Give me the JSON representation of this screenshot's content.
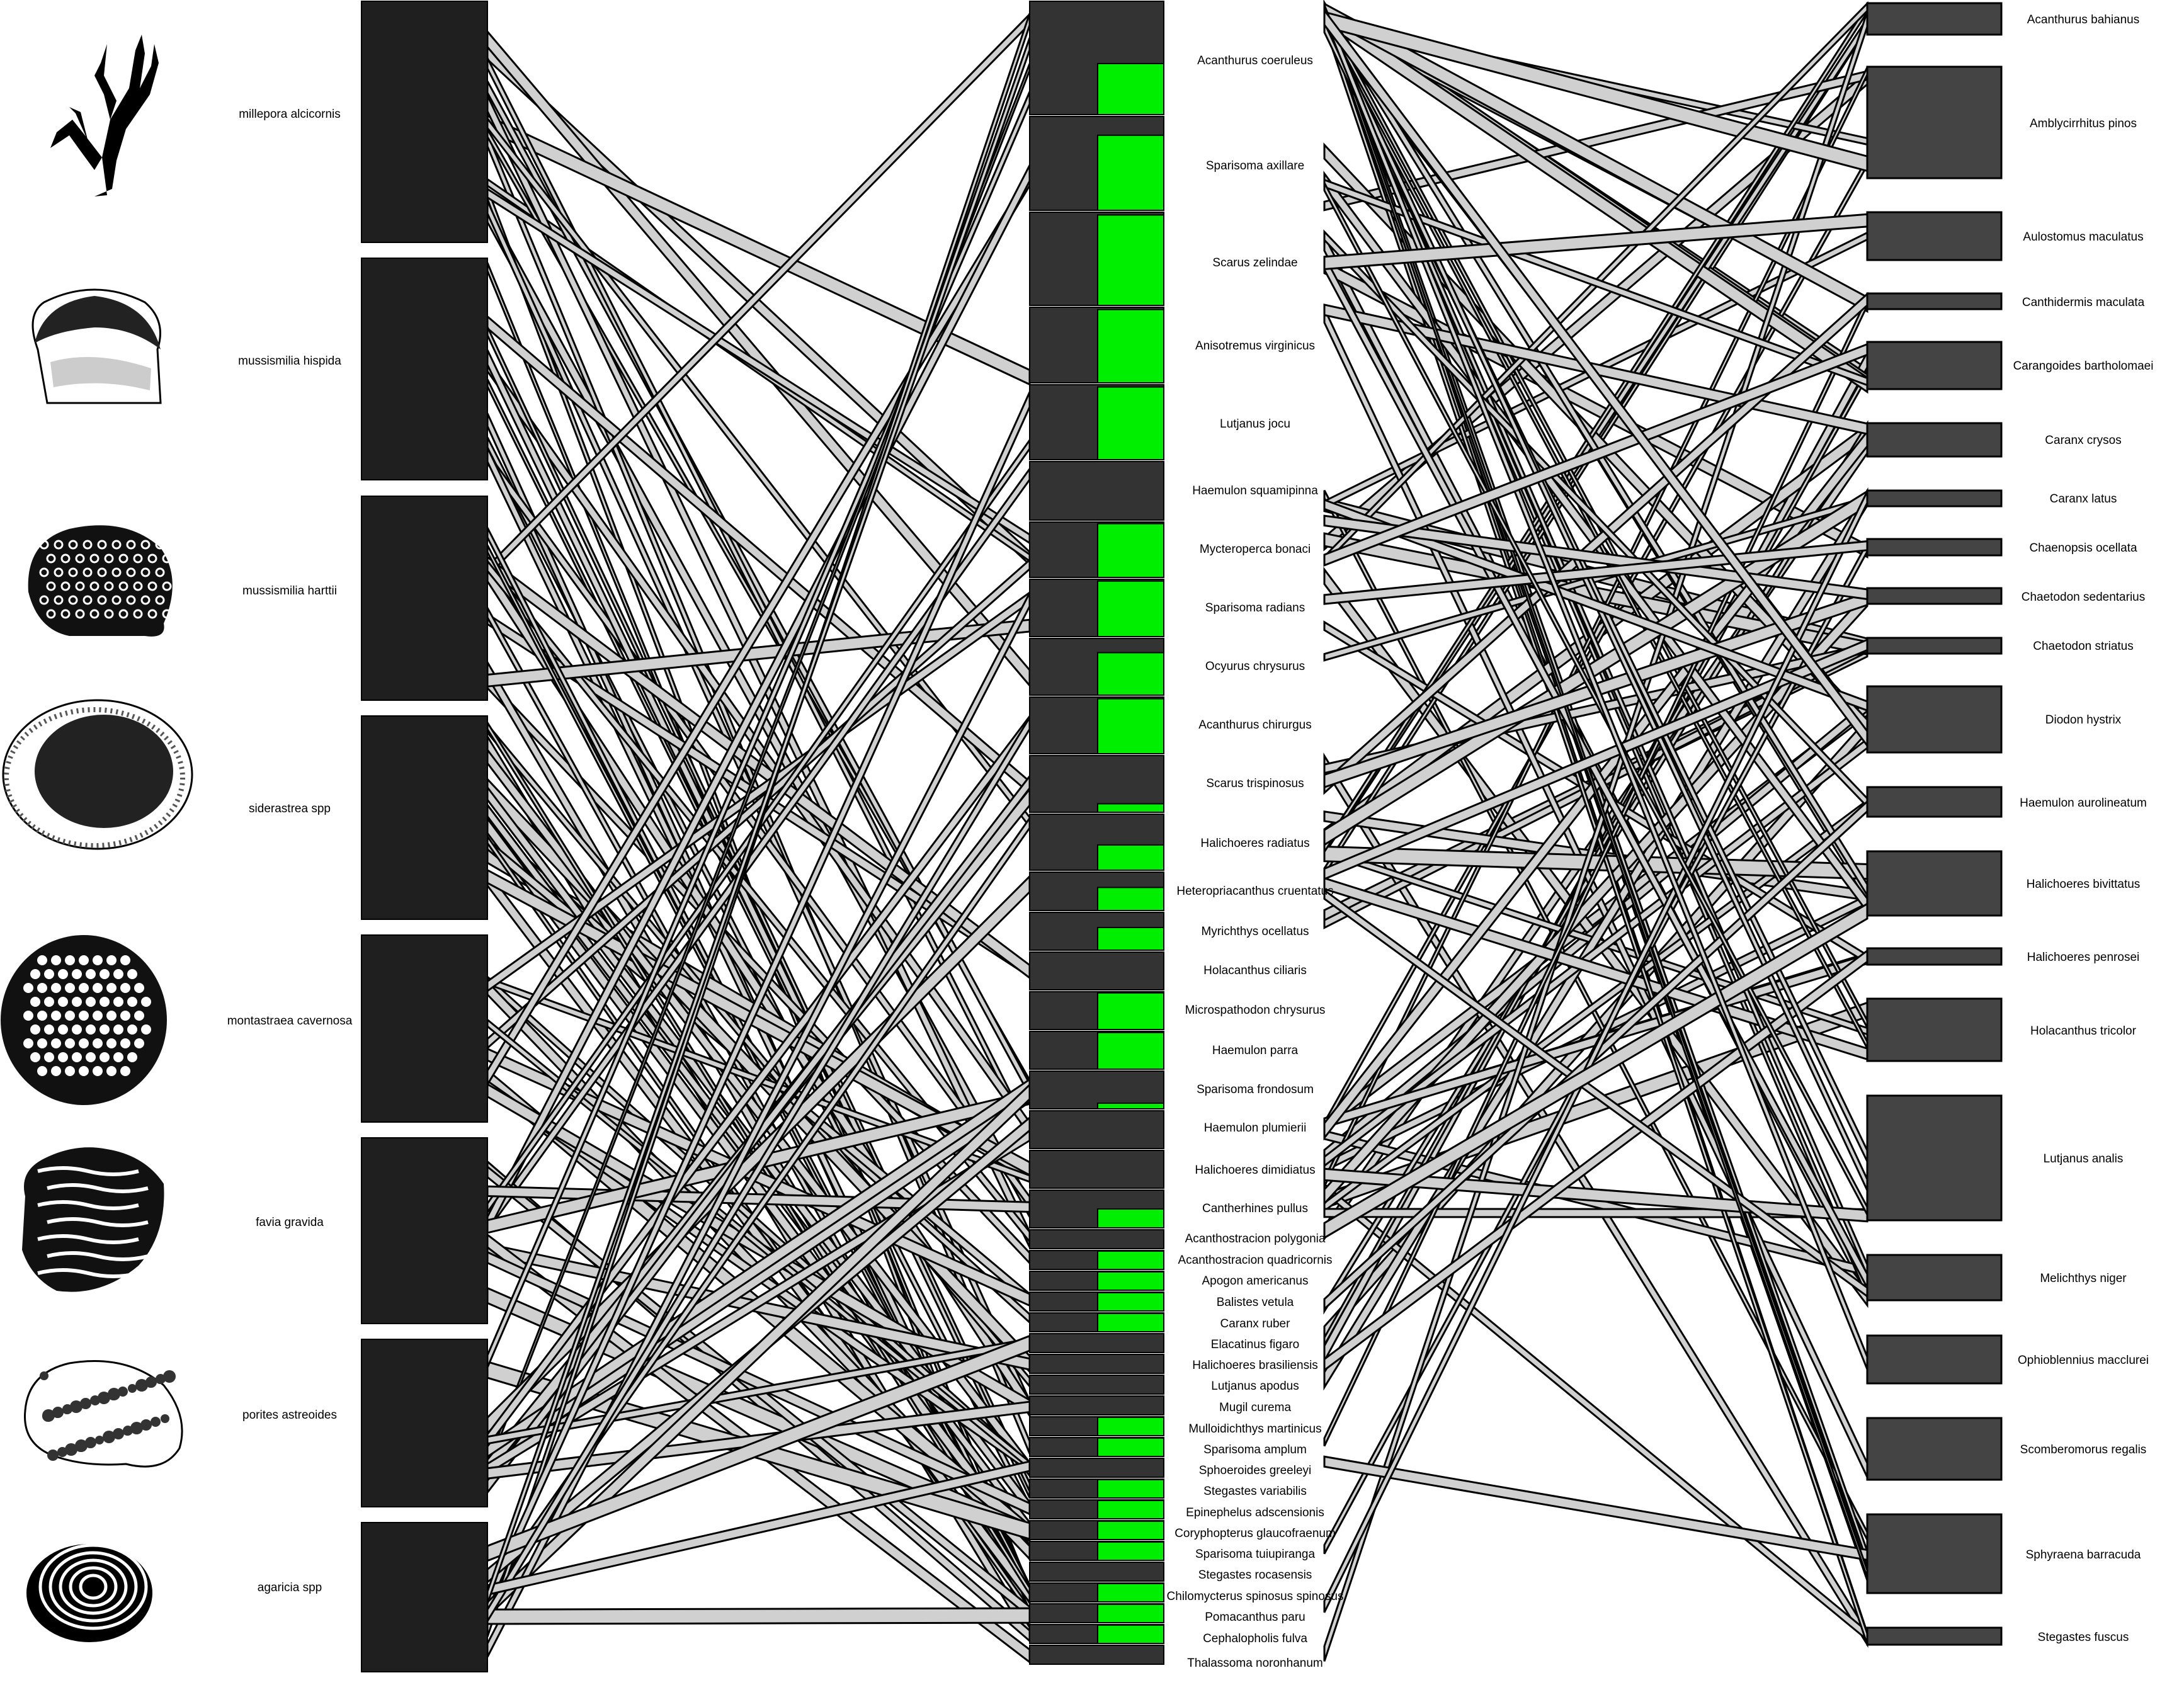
{
  "corals": [
    {
      "name": "millepora alcicornis",
      "icon": "branching-coral-icon"
    },
    {
      "name": "mussismilia hispida",
      "icon": "dome-coral-icon"
    },
    {
      "name": "mussismilia harttii",
      "icon": "massive-coral-icon"
    },
    {
      "name": "siderastrea spp",
      "icon": "round-coral-icon"
    },
    {
      "name": "montastraea cavernosa",
      "icon": "boulder-coral-icon"
    },
    {
      "name": "favia gravida",
      "icon": "brain-coral-icon"
    },
    {
      "name": "porites astreoides",
      "icon": "lobed-coral-icon"
    },
    {
      "name": "agaricia spp",
      "icon": "plate-coral-icon"
    }
  ],
  "fish": [
    {
      "name": "Acanthurus coeruleus",
      "green": 0.45
    },
    {
      "name": "Sparisoma axillare",
      "green": 0.8
    },
    {
      "name": "Scarus zelindae",
      "green": 0.97
    },
    {
      "name": "Anisotremus virginicus",
      "green": 0.97
    },
    {
      "name": "Lutjanus jocu",
      "green": 0.97
    },
    {
      "name": "Haemulon squamipinna",
      "green": 0
    },
    {
      "name": "Mycteroperca bonaci",
      "green": 0.97
    },
    {
      "name": "Sparisoma radians",
      "green": 0.97
    },
    {
      "name": "Ocyurus chrysurus",
      "green": 0.75
    },
    {
      "name": "Acanthurus chirurgus",
      "green": 0.97
    },
    {
      "name": "Scarus trispinosus",
      "green": 0.15
    },
    {
      "name": "Halichoeres radiatus",
      "green": 0.45
    },
    {
      "name": "Heteropriacanthus cruentatus",
      "green": 0.6
    },
    {
      "name": "Myrichthys ocellatus",
      "green": 0.6
    },
    {
      "name": "Holacanthus ciliaris",
      "green": 0
    },
    {
      "name": "Microspathodon chrysurus",
      "green": 0.97
    },
    {
      "name": "Haemulon parra",
      "green": 0.97
    },
    {
      "name": "Sparisoma frondosum",
      "green": 0.15
    },
    {
      "name": "Haemulon plumierii",
      "green": 0
    },
    {
      "name": "Halichoeres dimidiatus",
      "green": 0
    },
    {
      "name": "Cantherhines pullus",
      "green": 0.5
    },
    {
      "name": "Acanthostracion polygonia",
      "green": 0
    },
    {
      "name": "Acanthostracion quadricornis",
      "green": 0.97
    },
    {
      "name": "Apogon americanus",
      "green": 0.97
    },
    {
      "name": "Balistes vetula",
      "green": 0.97
    },
    {
      "name": "Caranx ruber",
      "green": 0.97
    },
    {
      "name": "Elacatinus figaro",
      "green": 0
    },
    {
      "name": "Halichoeres brasiliensis",
      "green": 0
    },
    {
      "name": "Lutjanus apodus",
      "green": 0
    },
    {
      "name": "Mugil curema",
      "green": 0
    },
    {
      "name": "Mulloidichthys martinicus",
      "green": 0.97
    },
    {
      "name": "Sparisoma amplum",
      "green": 0.97
    },
    {
      "name": "Sphoeroides greeleyi",
      "green": 0
    },
    {
      "name": "Stegastes variabilis",
      "green": 0.97
    },
    {
      "name": "Epinephelus adscensionis",
      "green": 0.97
    },
    {
      "name": "Coryphopterus glaucofraenum",
      "green": 0.97
    },
    {
      "name": "Sparisoma tuiupiranga",
      "green": 0.97
    },
    {
      "name": "Stegastes rocasensis",
      "green": 0
    },
    {
      "name": "Chilomycterus spinosus spinosus",
      "green": 0.97
    },
    {
      "name": "Pomacanthus paru",
      "green": 0.97
    },
    {
      "name": "Cephalopholis fulva",
      "green": 0.97
    },
    {
      "name": "Thalassoma noronhanum",
      "green": 0
    }
  ],
  "predators": [
    "Acanthurus bahianus",
    "Amblycirrhitus pinos",
    "Aulostomus maculatus",
    "Canthidermis maculata",
    "Carangoides bartholomaei",
    "Caranx crysos",
    "Caranx latus",
    "Chaenopsis ocellata",
    "Chaetodon sedentarius",
    "Chaetodon striatus",
    "Diodon hystrix",
    "Haemulon aurolineatum",
    "Halichoeres bivittatus",
    "Halichoeres penrosei",
    "Holacanthus tricolor",
    "Lutjanus analis",
    "Melichthys niger",
    "Ophioblennius macclurei",
    "Scomberomorus regalis",
    "Sphyraena barracuda",
    "Stegastes fuscus"
  ],
  "colors": {
    "coral_block": "#1f1f1f",
    "fish_block": "#333333",
    "green_fraction": "#00ee00",
    "predator_block": "#444444",
    "link": "#d0d0d0"
  }
}
